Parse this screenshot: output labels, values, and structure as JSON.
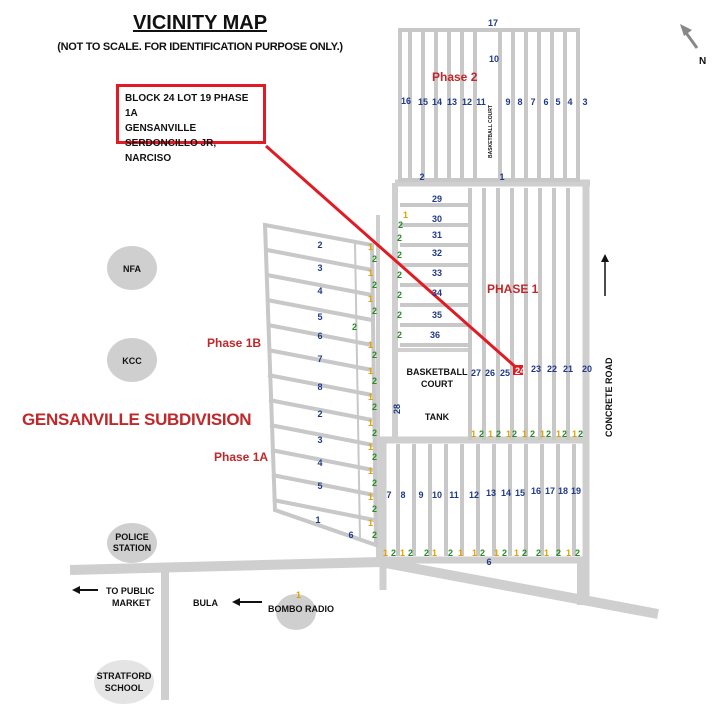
{
  "title": "VICINITY MAP",
  "subtitle": "(NOT TO SCALE. FOR IDENTIFICATION PURPOSE ONLY.)",
  "callout": {
    "line1": "BLOCK 24 LOT 19 PHASE 1A",
    "line2": "GENSANVILLE",
    "line3": "SERDONCILLO JR, NARCISO"
  },
  "subdivision": "GENSANVILLE SUBDIVISION",
  "phases": {
    "phase2": "Phase 2",
    "phase1": "PHASE 1",
    "phase1b": "Phase 1B",
    "phase1a": "Phase 1A"
  },
  "north": "N",
  "landmarks": {
    "nfa": "NFA",
    "kcc": "KCC",
    "police_line1": "POLICE",
    "police_line2": "STATION",
    "bombo": "BOMBO RADIO",
    "bula": "BULA",
    "market_line1": "TO PUBLIC",
    "market_line2": "MARKET",
    "stratford_line1": "STRATFORD",
    "stratford_line2": "SCHOOL",
    "basketball_court_1": "BASKETBALL",
    "basketball_court_2": "COURT",
    "tank": "TANK",
    "basketball_court_small": "BASKETBALL COURT",
    "concrete_road": "CONCRETE ROAD"
  },
  "block_numbers": {
    "phase2_top": "17",
    "phase2_b10": "10",
    "phase2_row": [
      "16",
      "15",
      "14",
      "13",
      "12",
      "11",
      "9",
      "8",
      "7",
      "6",
      "5",
      "4",
      "3"
    ],
    "phase2_bottom": [
      "2",
      "1"
    ],
    "phase1_column": [
      "29",
      "30",
      "31",
      "32",
      "33",
      "34",
      "35",
      "36"
    ],
    "phase1_row": [
      "27",
      "26",
      "25",
      "24",
      "23",
      "22",
      "21",
      "20"
    ],
    "block28": "28",
    "phase1b": [
      "2",
      "3",
      "4",
      "5",
      "6",
      "7",
      "8"
    ],
    "phase1a": [
      "2",
      "3",
      "4",
      "5",
      "1",
      "6"
    ],
    "lower_row": [
      "7",
      "8",
      "9",
      "10",
      "11",
      "12",
      "13",
      "14",
      "15",
      "16",
      "17",
      "18",
      "19"
    ],
    "lower_6": "6"
  },
  "lot_markers": {
    "one": "1",
    "two": "2"
  }
}
